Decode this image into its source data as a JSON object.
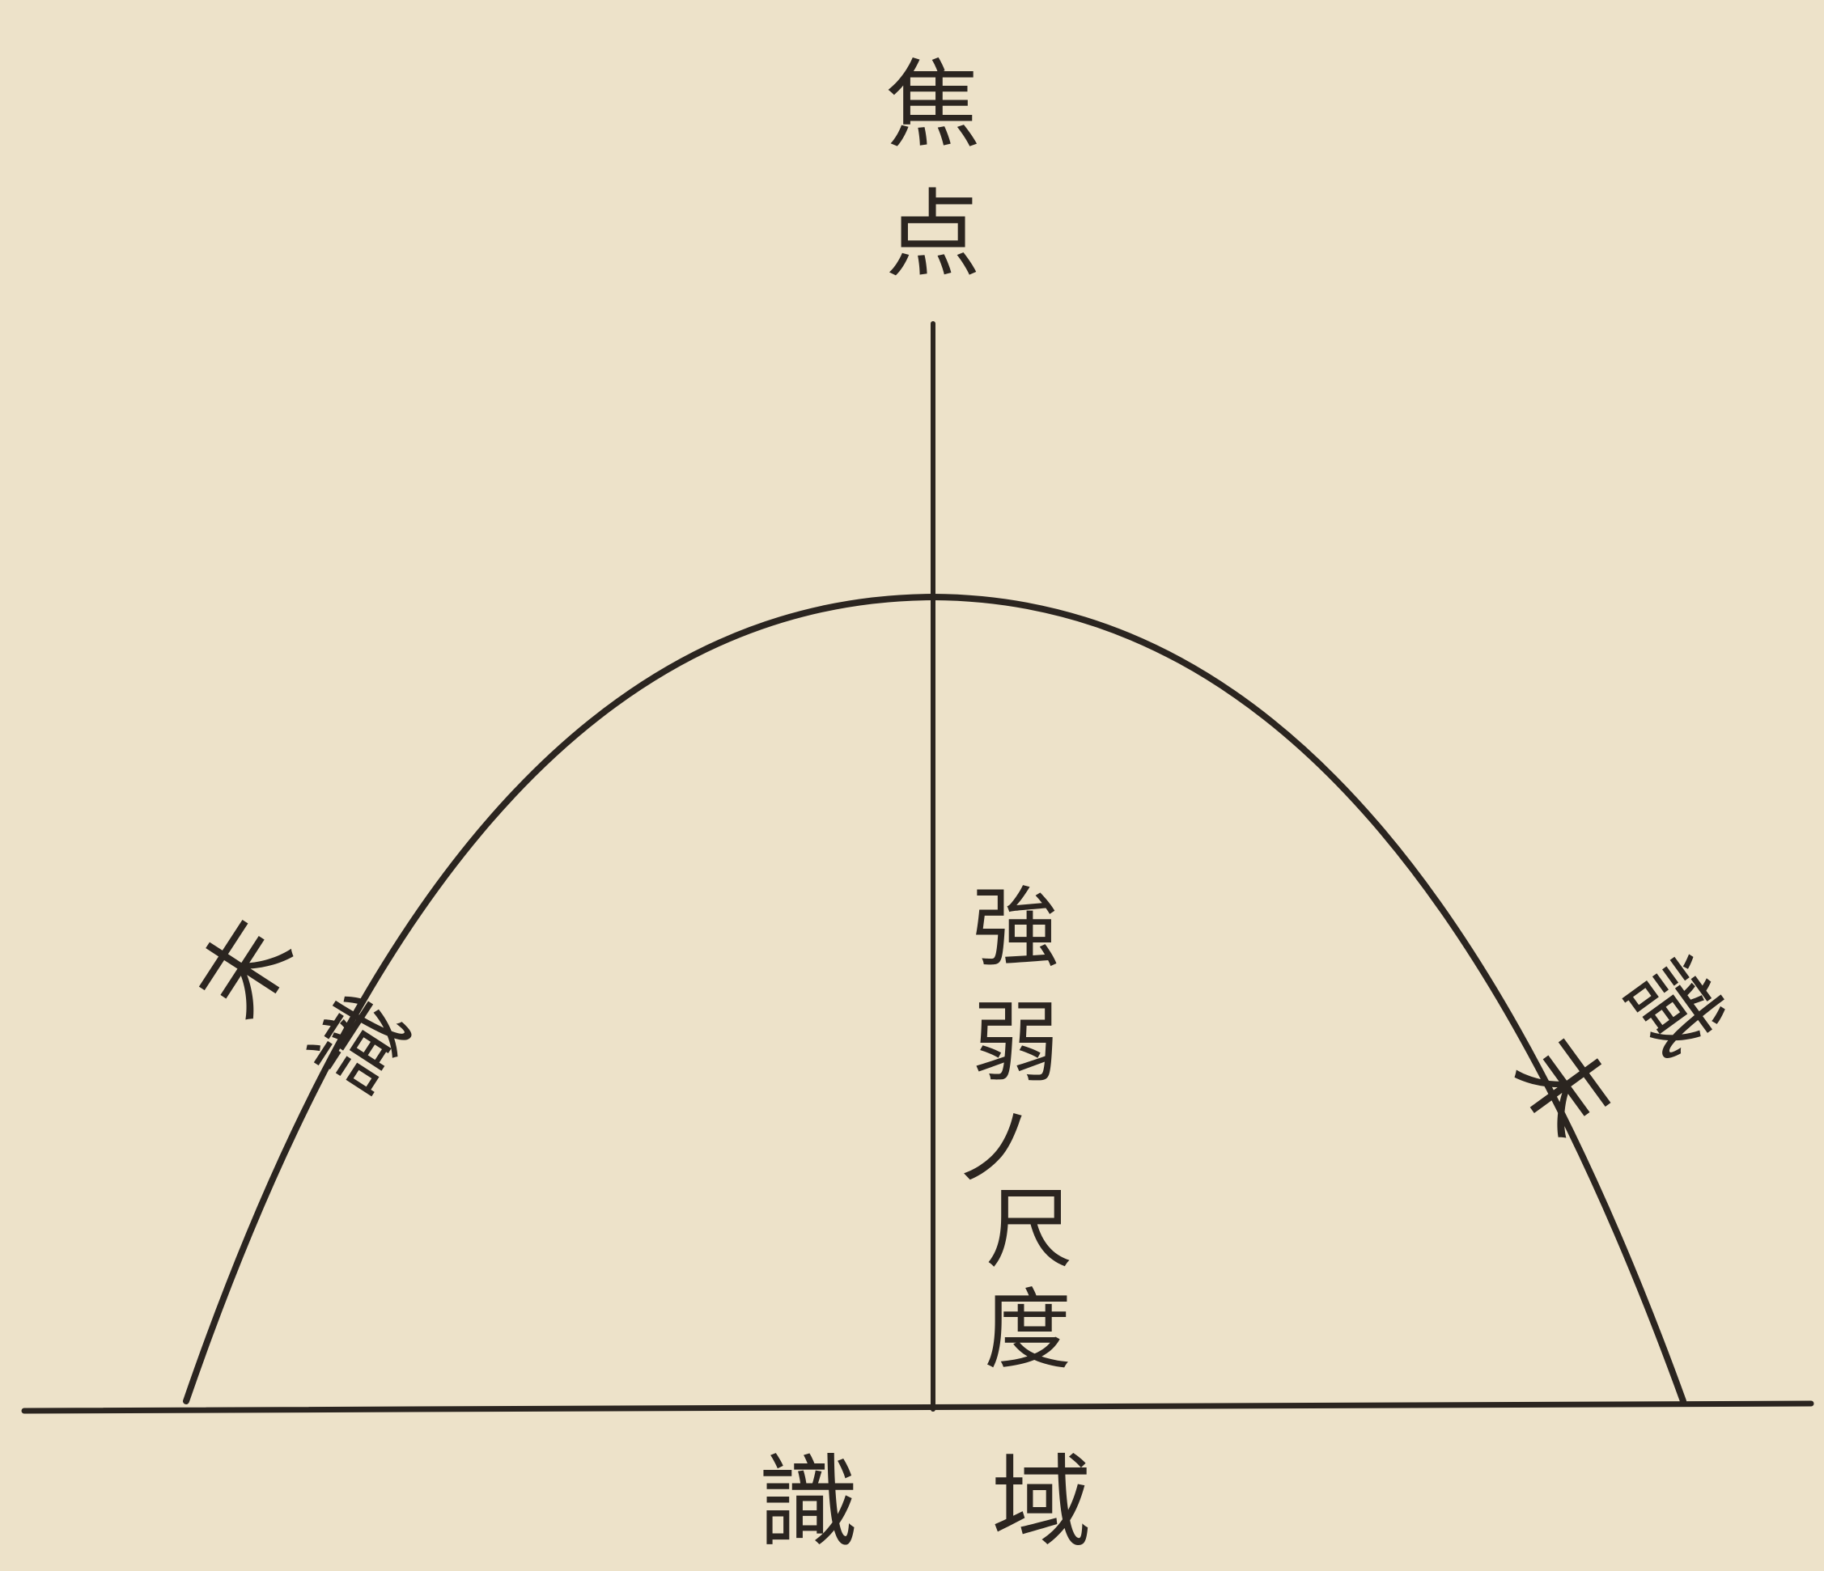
{
  "labels": {
    "focus": "焦点",
    "intensity_scale": "強弱ノ尺度",
    "left_curve": "識末",
    "right_curve": "識末",
    "threshold": "識　域"
  },
  "colors": {
    "paper": "#ede2c9",
    "ink": "#2b2520"
  }
}
